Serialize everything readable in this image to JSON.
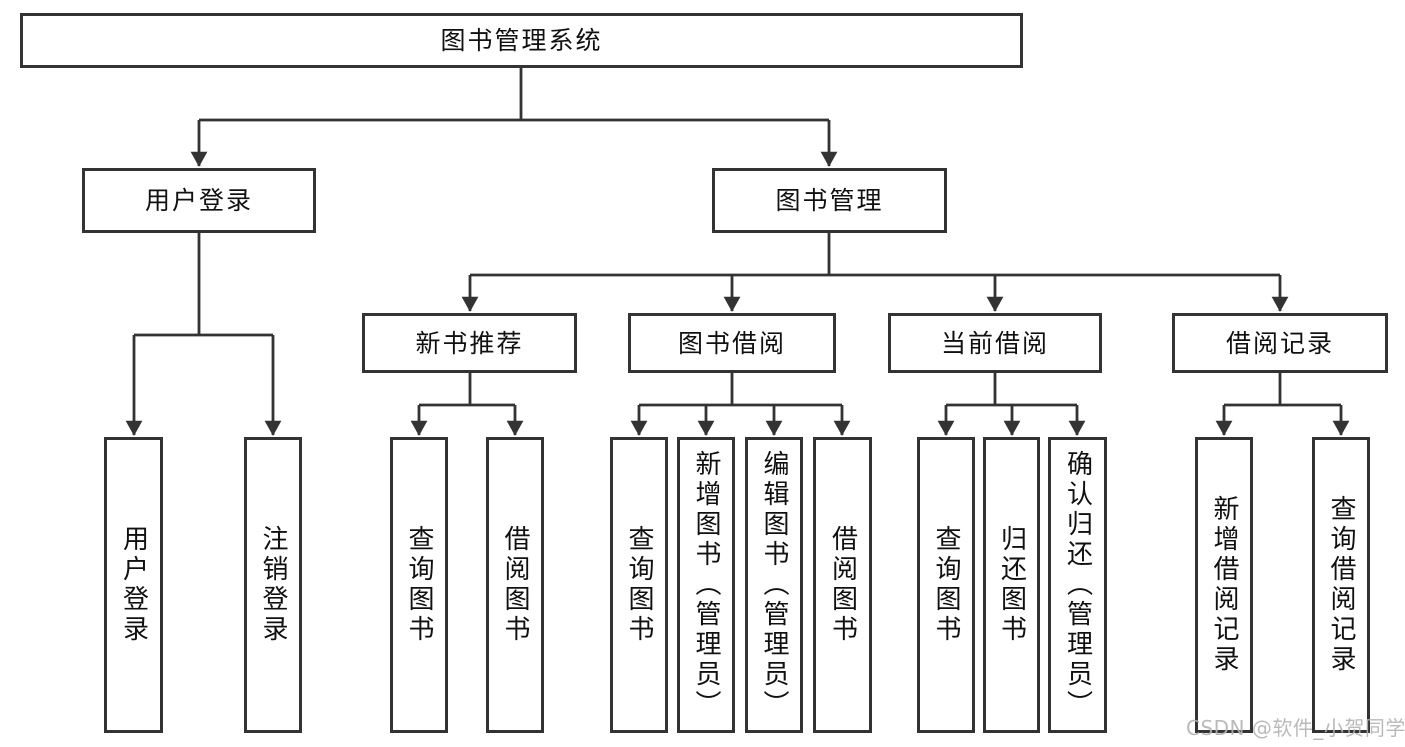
{
  "colors": {
    "background": "#ffffff",
    "line": "#333333",
    "box_border": "#333333",
    "text": "#111111",
    "watermark": "#b3b3b3"
  },
  "tree": {
    "root": "图书管理系统",
    "level2": [
      "用户登录",
      "图书管理"
    ],
    "level3": [
      "新书推荐",
      "图书借阅",
      "当前借阅",
      "借阅记录"
    ],
    "leaves": {
      "user_login": [
        "用户登录",
        "注销登录"
      ],
      "new_book_recommend": [
        "查询图书",
        "借阅图书"
      ],
      "book_borrowing": [
        "查询图书",
        "新增图书（管理员）",
        "编辑图书（管理员）",
        "借阅图书"
      ],
      "current_borrowing": [
        "查询图书",
        "归还图书",
        "确认归还（管理员）"
      ],
      "borrowing_records": [
        "新增借阅记录",
        "查询借阅记录"
      ]
    }
  },
  "watermark": "CSDN @软件_小贺同学"
}
